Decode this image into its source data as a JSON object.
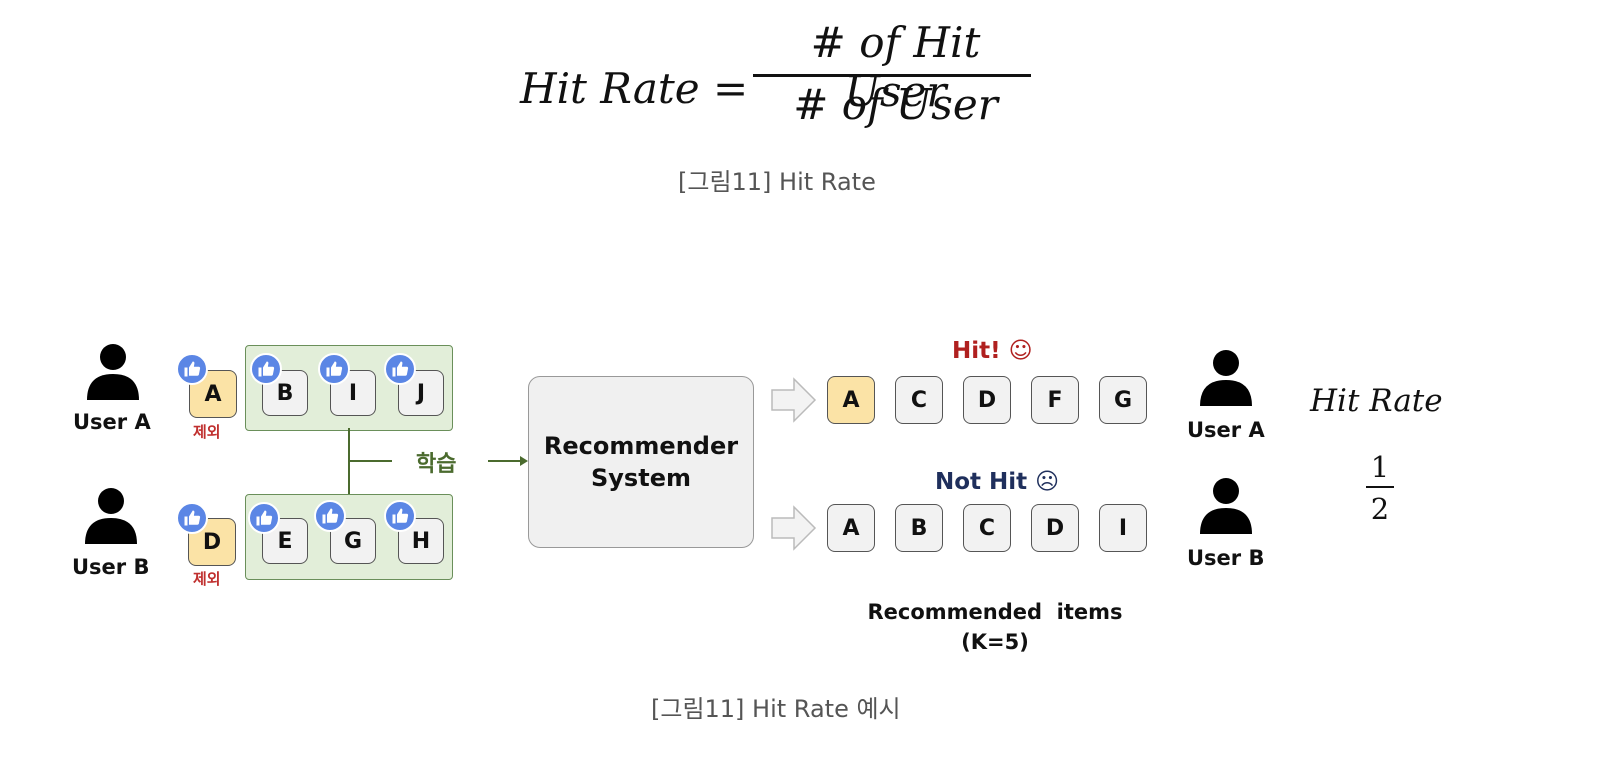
{
  "formula": {
    "lhs": "Hit Rate =",
    "numerator": "# of Hit User",
    "denominator": "# of User"
  },
  "captions": {
    "top": "[그림11] Hit Rate",
    "bottom": "[그림11] Hit Rate 예시"
  },
  "users": [
    {
      "label": "User A",
      "excluded_item": "A",
      "exclude_label": "제외",
      "trained_items": [
        "B",
        "I",
        "J"
      ]
    },
    {
      "label": "User B",
      "excluded_item": "D",
      "exclude_label": "제외",
      "trained_items": [
        "E",
        "G",
        "H"
      ]
    }
  ],
  "learn_label": "학습",
  "system_label": {
    "line1": "Recommender",
    "line2": "System"
  },
  "recommendations": [
    {
      "status": "Hit! ☺",
      "items": [
        "A",
        "C",
        "D",
        "F",
        "G"
      ],
      "user": "User A"
    },
    {
      "status": "Not Hit ☹",
      "items": [
        "A",
        "B",
        "C",
        "D",
        "I"
      ],
      "user": "User B"
    }
  ],
  "recommended_label": {
    "line1": "Recommended  items",
    "line2": "(K=5)"
  },
  "hit_rate": {
    "title": "Hit Rate",
    "numerator": "1",
    "denominator": "2"
  },
  "colors": {
    "group_bg": "#e2eed9",
    "item_bg": "#f2f2f2",
    "highlight_bg": "#fbe3a6",
    "like_icon": "#5b86e5",
    "hit_text": "#b0201f",
    "not_hit_text": "#1f2f5c",
    "learn_text": "#4b6b2e",
    "exclude_text": "#c0302f"
  },
  "icons": [
    "person-icon",
    "thumbs-up-icon",
    "arrow-right-icon",
    "hollow-arrow-icon"
  ]
}
